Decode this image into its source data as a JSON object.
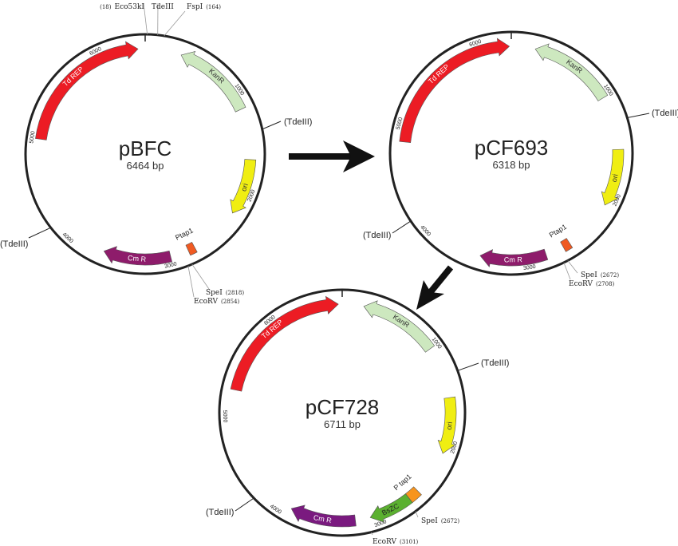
{
  "colors": {
    "td_rep": "#ec1c24",
    "kanr": "#cde8bf",
    "ori": "#f0ee12",
    "ptap1": "#f05a22",
    "ptap1_728": "#f7941d",
    "cmr": "#8e1c6b",
    "cmr_728": "#7a1a7f",
    "bszc": "#5bb030",
    "outline": "#222222"
  },
  "plasmids": [
    {
      "name": "pBFC",
      "size_label": "6464 bp",
      "size": 6464,
      "ticks": [
        "1000",
        "2000",
        "3000",
        "4000",
        "5000",
        "6000"
      ],
      "features": [
        {
          "label": "Td REP",
          "start": 4993,
          "end": 6394,
          "dir": "cw",
          "color": "#ec1c24",
          "text_color": "#ffffff"
        },
        {
          "label": "KanR",
          "start": 359,
          "end": 1167,
          "dir": "ccw",
          "color": "#cde8bf",
          "text_color": "#333333"
        },
        {
          "label": "ori",
          "start": 1670,
          "end": 2227,
          "dir": "cw",
          "color": "#f0ee12",
          "text_color": "#333333"
        },
        {
          "label": "Ptap1",
          "start": 2730,
          "end": 2800,
          "dir": "none",
          "color": "#f05a22",
          "text_color": "#222222"
        },
        {
          "label": "Cm R",
          "start": 2981,
          "end": 3646,
          "dir": "cw",
          "color": "#8e1c6b",
          "text_color": "#ffffff"
        }
      ],
      "sites": [
        {
          "name": "Eco53kI",
          "num": "(18)",
          "pos": 18
        },
        {
          "name": "TdeIII",
          "num": "",
          "pos": 108
        },
        {
          "name": "FspI",
          "num": "(164)",
          "pos": 164
        },
        {
          "name": "(TdeIII)",
          "num": "",
          "pos": 1401
        },
        {
          "name": "SpeI",
          "num": "(2818)",
          "pos": 2818
        },
        {
          "name": "EcoRV",
          "num": "(2854)",
          "pos": 2854
        },
        {
          "name": "(TdeIII)",
          "num": "",
          "pos": 4167
        }
      ]
    },
    {
      "name": "pCF693",
      "size_label": "6318 bp",
      "size": 6318,
      "ticks": [
        "1000",
        "2000",
        "3000",
        "4000",
        "5000",
        "6000"
      ],
      "features": [
        {
          "label": "Td REP",
          "start": 4844,
          "end": 6300,
          "dir": "cw",
          "color": "#ec1c24",
          "text_color": "#ffffff"
        },
        {
          "label": "KanR",
          "start": 228,
          "end": 1035,
          "dir": "ccw",
          "color": "#cde8bf",
          "text_color": "#333333"
        },
        {
          "label": "ori",
          "start": 1544,
          "end": 2088,
          "dir": "cw",
          "color": "#f0ee12",
          "text_color": "#333333"
        },
        {
          "label": "Ptap1",
          "start": 2580,
          "end": 2650,
          "dir": "none",
          "color": "#f05a22",
          "text_color": "#222222"
        },
        {
          "label": "Cm R",
          "start": 2826,
          "end": 3457,
          "dir": "cw",
          "color": "#8e1c6b",
          "text_color": "#ffffff"
        }
      ],
      "sites": [
        {
          "name": "(TdeIII)",
          "num": "",
          "pos": 1281
        },
        {
          "name": "SpeI",
          "num": "(2672)",
          "pos": 2672
        },
        {
          "name": "EcoRV",
          "num": "(2708)",
          "pos": 2708
        },
        {
          "name": "(TdeIII)",
          "num": "",
          "pos": 4142
        }
      ]
    },
    {
      "name": "pCF728",
      "size_label": "6711 bp",
      "size": 6711,
      "ticks": [
        "1000",
        "2000",
        "3000",
        "4000",
        "5000",
        "6000"
      ],
      "features": [
        {
          "label": "Td REP",
          "start": 5257,
          "end": 6673,
          "dir": "cw",
          "color": "#ec1c24",
          "text_color": "#ffffff"
        },
        {
          "label": "KanR",
          "start": 214,
          "end": 1007,
          "dir": "ccw",
          "color": "#cde8bf",
          "text_color": "#333333"
        },
        {
          "label": "ori",
          "start": 1529,
          "end": 2088,
          "dir": "cw",
          "color": "#f0ee12",
          "text_color": "#333333"
        },
        {
          "label": "P tap1",
          "start": 2535,
          "end": 2647,
          "dir": "none",
          "color": "#f7941d",
          "text_color": "#222222"
        },
        {
          "label": "BsZC",
          "start": 2647,
          "end": 3076,
          "dir": "cw",
          "color": "#5bb030",
          "text_color": "#222222"
        },
        {
          "label": "Cm R",
          "start": 3225,
          "end": 3877,
          "dir": "cw",
          "color": "#7a1a7f",
          "text_color": "#ffffff"
        }
      ],
      "sites": [
        {
          "name": "(TdeIII)",
          "num": "",
          "pos": 1305
        },
        {
          "name": "SpeI",
          "num": "(2672)",
          "pos": 2672
        },
        {
          "name": "EcoRV",
          "num": "(3101)",
          "pos": 3101
        },
        {
          "name": "(TdeIII)",
          "num": "",
          "pos": 4213
        }
      ]
    }
  ]
}
